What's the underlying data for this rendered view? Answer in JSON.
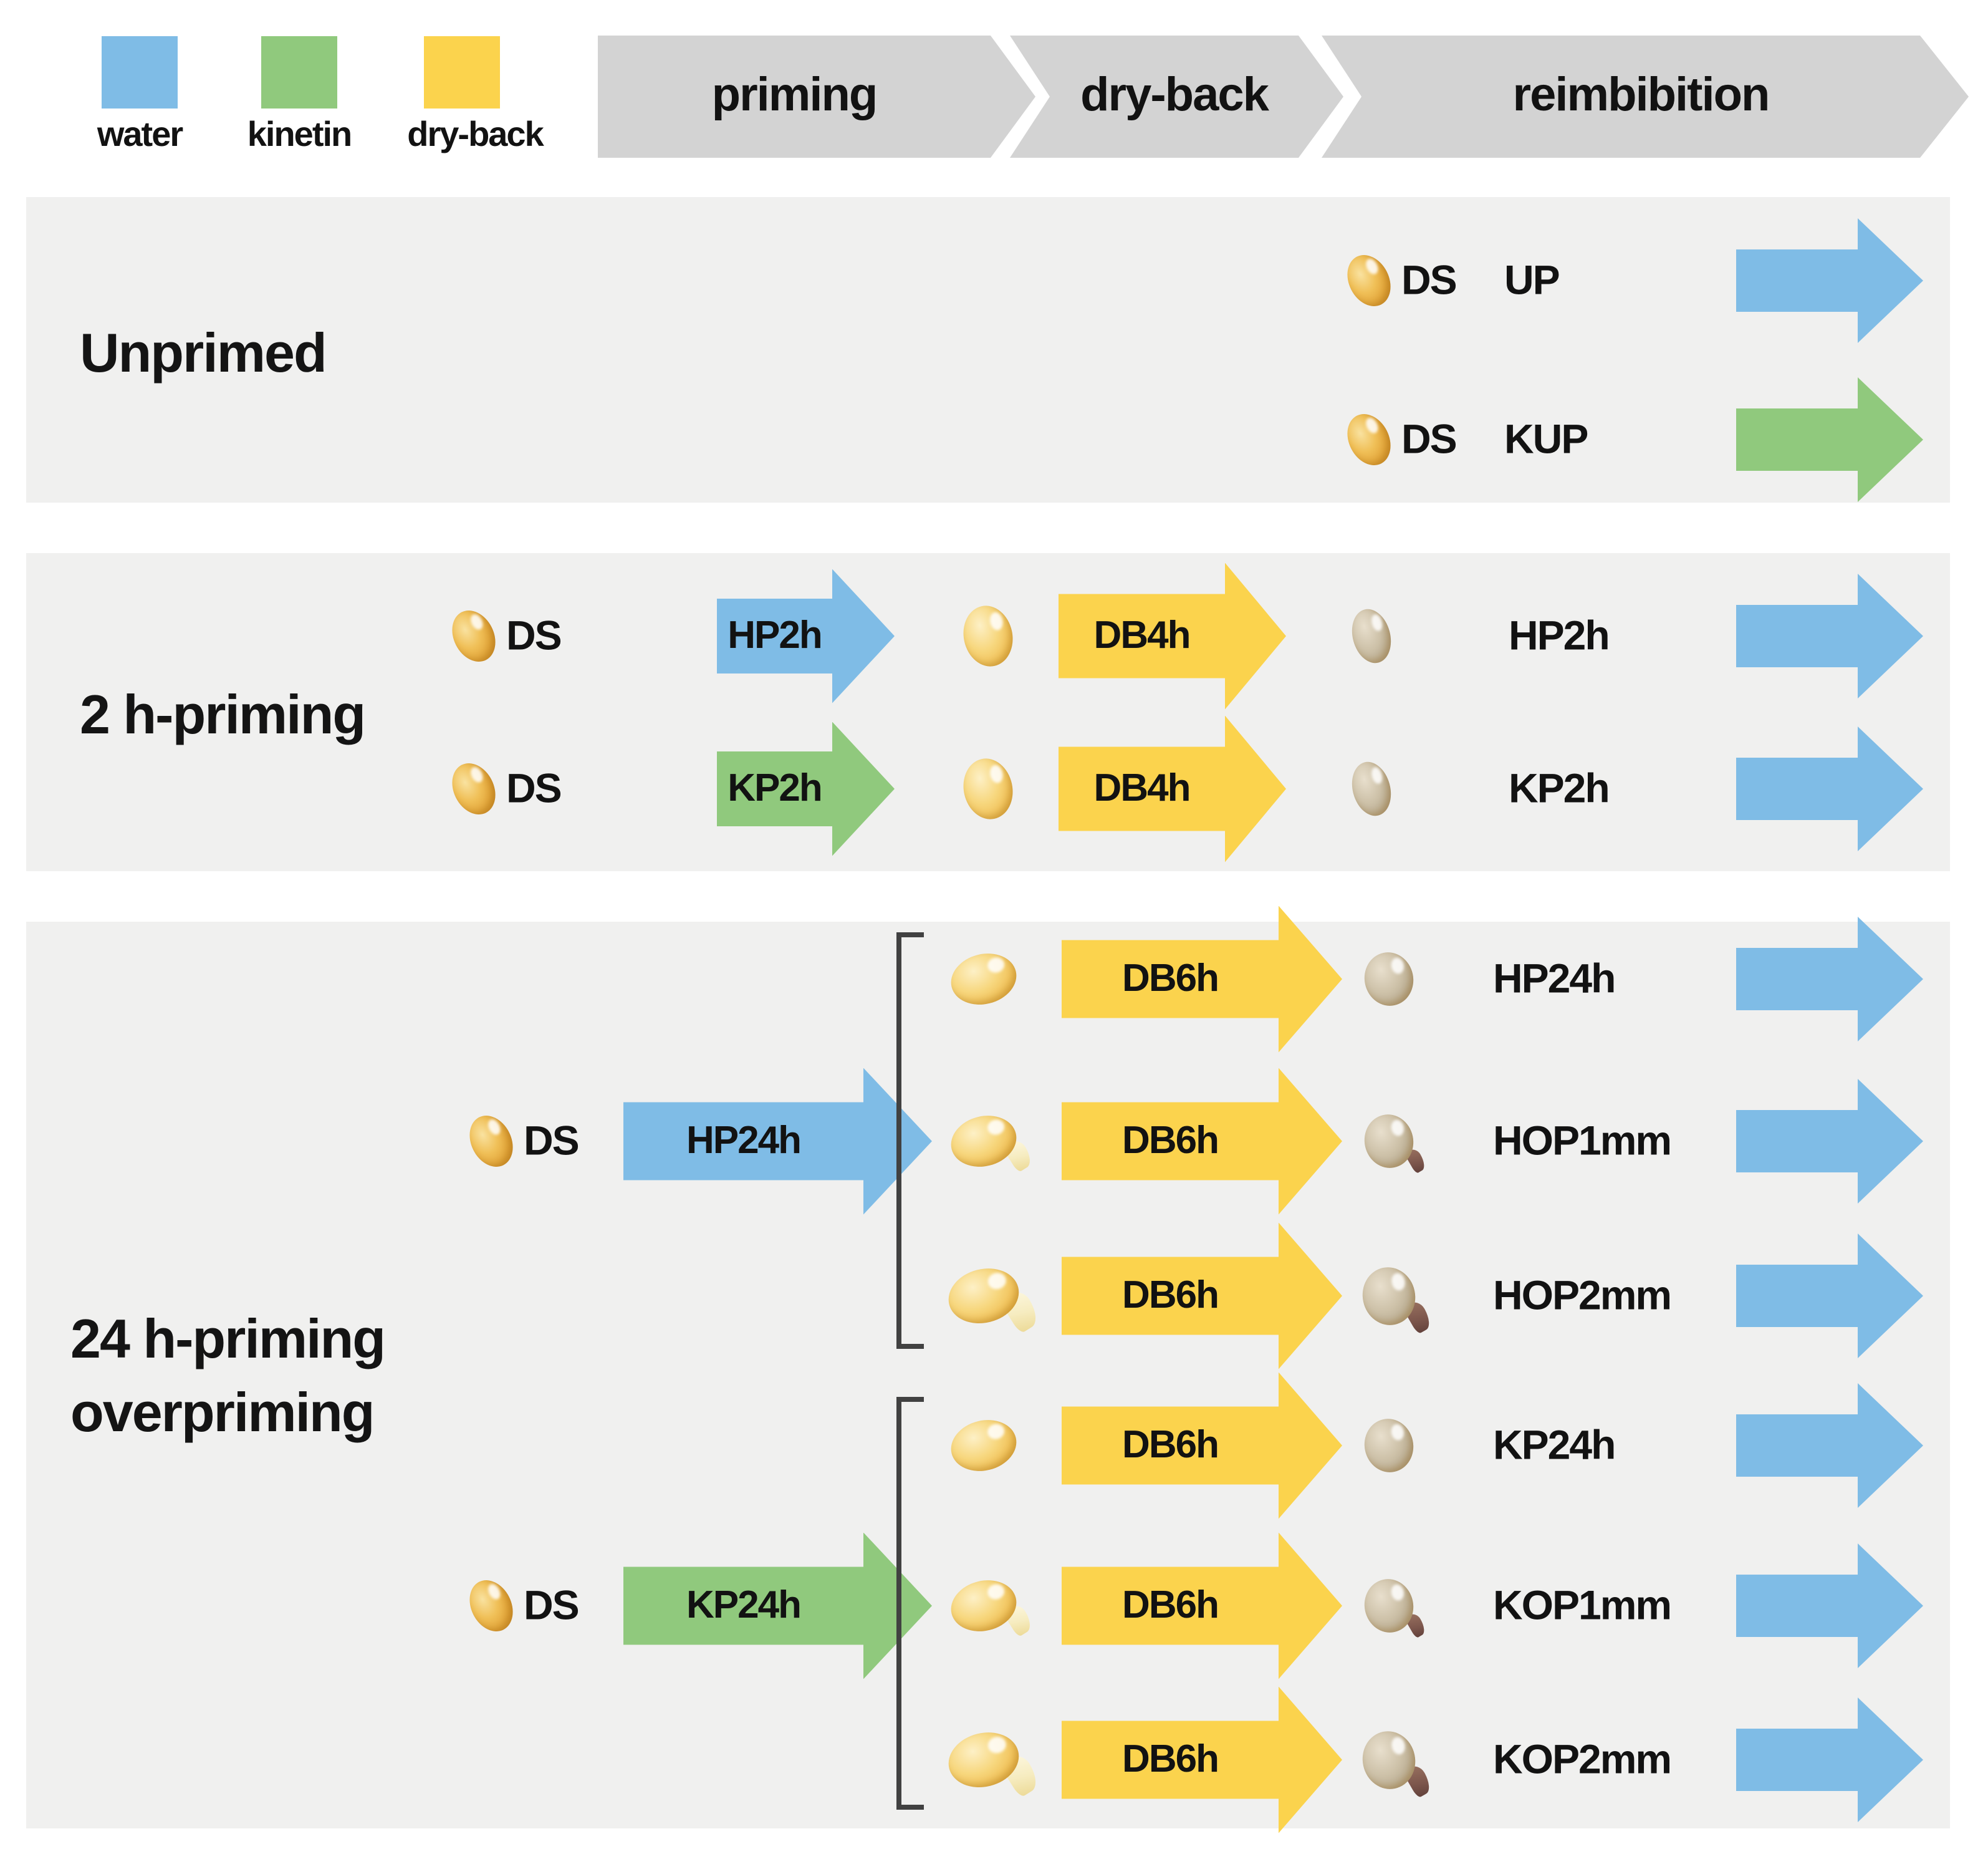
{
  "legend": {
    "items": [
      {
        "label": "water",
        "color": "#7fbce6"
      },
      {
        "label": "kinetin",
        "color": "#90c97d"
      },
      {
        "label": "dry-back",
        "color": "#fbd34d"
      }
    ]
  },
  "phases": {
    "items": [
      {
        "label": "priming"
      },
      {
        "label": "dry-back"
      },
      {
        "label": "reimbibition"
      }
    ]
  },
  "colors": {
    "water": "#7fbce6",
    "kinetin": "#90c97d",
    "dry_back": "#fbd34d",
    "phase_band": "#d3d3d3",
    "panel": "#f0f0ef"
  },
  "sections": [
    {
      "title": "Unprimed",
      "rows": [
        {
          "seed_label": "DS",
          "code": "UP",
          "reimbibition_agent": "water"
        },
        {
          "seed_label": "DS",
          "code": "KUP",
          "reimbibition_agent": "kinetin"
        }
      ]
    },
    {
      "title": "2 h-priming",
      "rows": [
        {
          "seed_label": "DS",
          "priming_label": "HP2h",
          "priming_agent": "water",
          "dryback_label": "DB4h",
          "code": "HP2h",
          "reimbibition_agent": "water"
        },
        {
          "seed_label": "DS",
          "priming_label": "KP2h",
          "priming_agent": "kinetin",
          "dryback_label": "DB4h",
          "code": "KP2h",
          "reimbibition_agent": "water"
        }
      ]
    },
    {
      "title_lines": [
        "24 h-priming",
        "overpriming"
      ],
      "groups": [
        {
          "seed_label": "DS",
          "priming_label": "HP24h",
          "priming_agent": "water",
          "rows": [
            {
              "dryback_label": "DB6h",
              "code": "HP24h",
              "protrusion": "none",
              "reimbibition_agent": "water"
            },
            {
              "dryback_label": "DB6h",
              "code": "HOP1mm",
              "protrusion": "1mm",
              "reimbibition_agent": "water"
            },
            {
              "dryback_label": "DB6h",
              "code": "HOP2mm",
              "protrusion": "2mm",
              "reimbibition_agent": "water"
            }
          ]
        },
        {
          "seed_label": "DS",
          "priming_label": "KP24h",
          "priming_agent": "kinetin",
          "rows": [
            {
              "dryback_label": "DB6h",
              "code": "KP24h",
              "protrusion": "none",
              "reimbibition_agent": "water"
            },
            {
              "dryback_label": "DB6h",
              "code": "KOP1mm",
              "protrusion": "1mm",
              "reimbibition_agent": "water"
            },
            {
              "dryback_label": "DB6h",
              "code": "KOP2mm",
              "protrusion": "2mm",
              "reimbibition_agent": "water"
            }
          ]
        }
      ]
    }
  ]
}
